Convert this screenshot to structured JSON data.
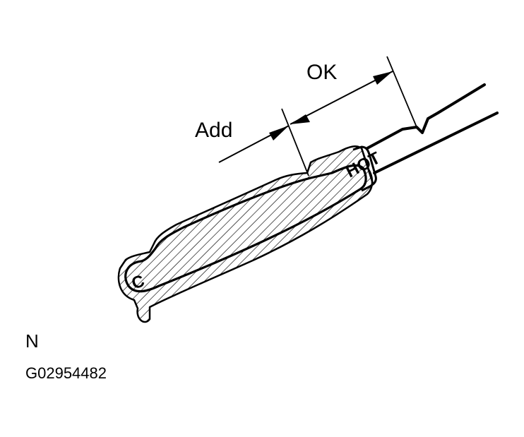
{
  "diagram": {
    "subject": "oil dipstick level marks",
    "labels": {
      "ok": "OK",
      "add": "Add",
      "hot": "HOT",
      "cold": "C",
      "view": "N",
      "figure_code": "G02954482"
    },
    "colors": {
      "line": "#000000",
      "background": "#ffffff"
    }
  }
}
